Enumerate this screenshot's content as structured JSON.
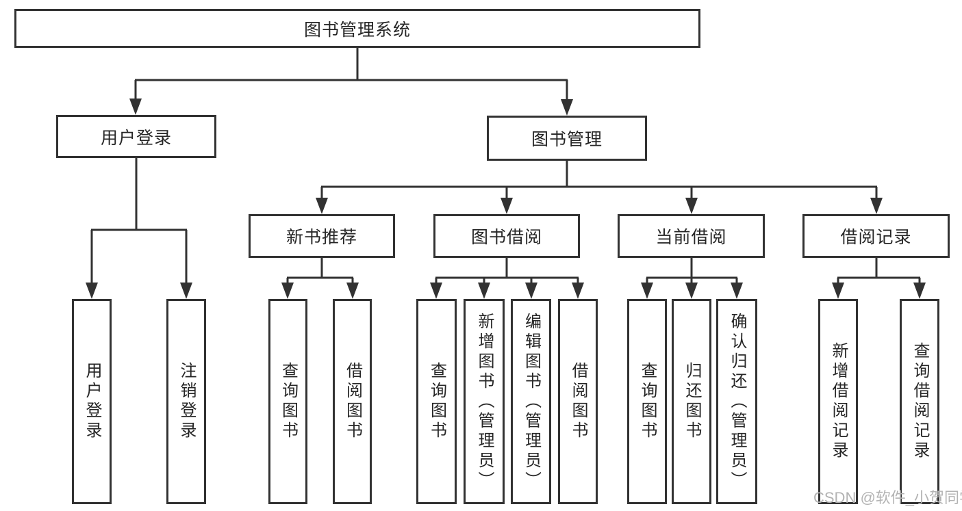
{
  "tree": {
    "root": {
      "label": "图书管理系统",
      "children": [
        {
          "label": "用户登录",
          "children": [
            {
              "label": "用户登录"
            },
            {
              "label": "注销登录"
            }
          ]
        },
        {
          "label": "图书管理",
          "children": [
            {
              "label": "新书推荐",
              "children": [
                {
                  "label": "查询图书"
                },
                {
                  "label": "借阅图书"
                }
              ]
            },
            {
              "label": "图书借阅",
              "children": [
                {
                  "label": "查询图书"
                },
                {
                  "label": "新增图书（管理员）"
                },
                {
                  "label": "编辑图书（管理员）"
                },
                {
                  "label": "借阅图书"
                }
              ]
            },
            {
              "label": "当前借阅",
              "children": [
                {
                  "label": "查询图书"
                },
                {
                  "label": "归还图书"
                },
                {
                  "label": "确认归还（管理员）"
                }
              ]
            },
            {
              "label": "借阅记录",
              "children": [
                {
                  "label": "新增借阅记录"
                },
                {
                  "label": "查询借阅记录"
                }
              ]
            }
          ]
        }
      ]
    }
  },
  "watermark": {
    "text": "CSDN @软件_小贺同学"
  },
  "colors": {
    "line": "#323232",
    "text": "#262626",
    "watermark": "#b3b3b3",
    "background": "#ffffff"
  }
}
